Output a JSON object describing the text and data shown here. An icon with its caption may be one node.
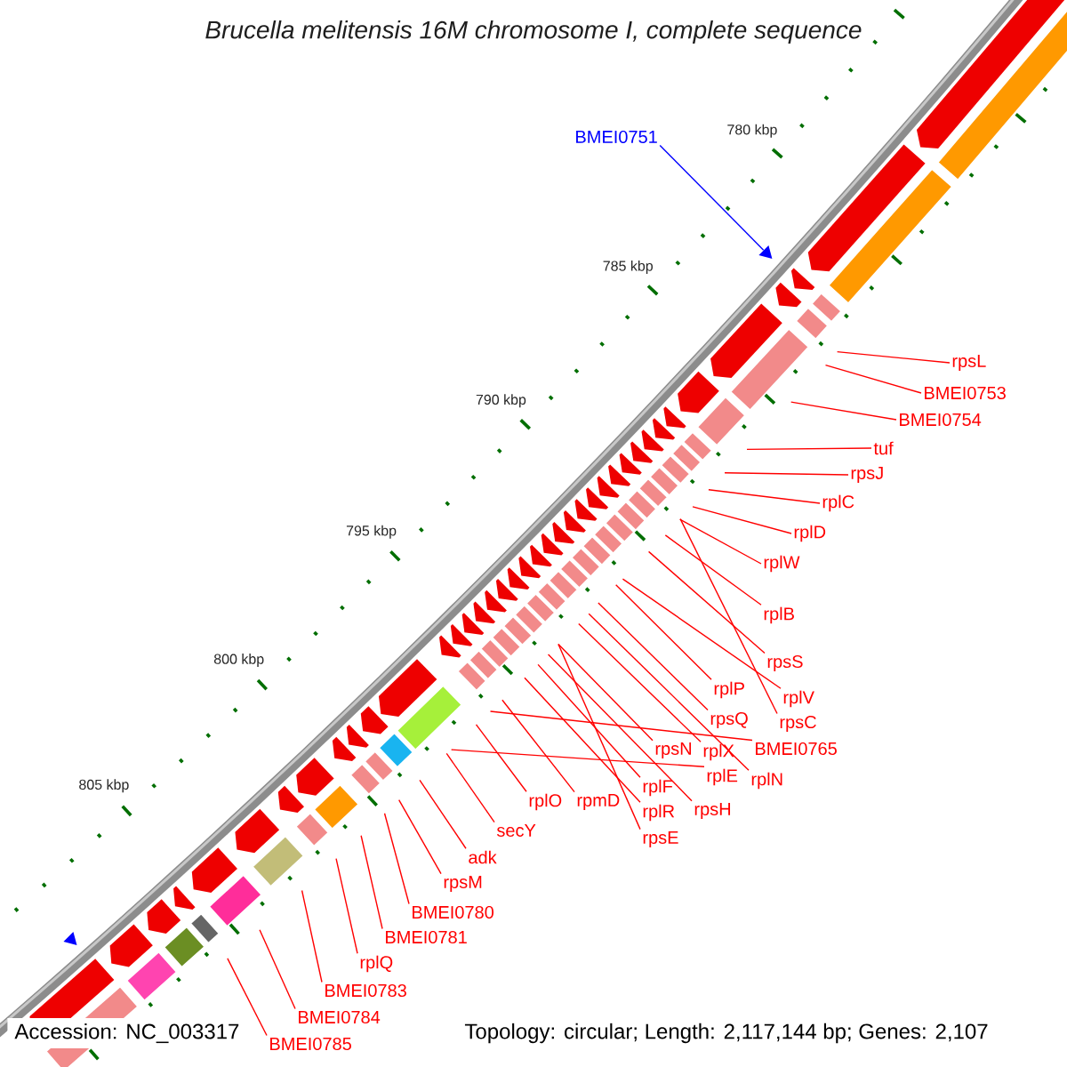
{
  "diagram": {
    "title": "Brucella melitensis 16M chromosome I, complete sequence",
    "nodes": [
      {
        "text": [
          "BMEI0751"
        ]
      },
      {
        "text": [],
        "shape": "triangle"
      },
      {
        "text": [
          "rpsL"
        ]
      },
      {
        "text": [
          "BMEI0753"
        ]
      },
      {
        "text": [
          "BMEI0754"
        ]
      },
      {
        "text": [
          "tuf"
        ]
      },
      {
        "text": [
          "rpsJ"
        ]
      },
      {
        "text": [
          "rplC"
        ]
      },
      {
        "text": [
          "rplD"
        ]
      },
      {
        "text": [
          "rplW"
        ]
      },
      {
        "text": [
          "rplB"
        ]
      },
      {
        "text": [
          "rpsS"
        ]
      },
      {
        "text": [
          "rplV"
        ]
      },
      {
        "text": [
          "rpsC"
        ]
      },
      {
        "text": [
          "rplP"
        ]
      },
      {
        "text": [
          "BMEI0765"
        ]
      },
      {
        "text": [
          "rpsQ"
        ]
      },
      {
        "text": [
          "rplN"
        ]
      },
      {
        "text": [
          "rplX"
        ]
      },
      {
        "text": [
          "rplE"
        ]
      },
      {
        "text": [
          "rpsN"
        ]
      },
      {
        "text": [
          "rpsH"
        ]
      },
      {
        "text": [
          "rplF"
        ]
      },
      {
        "text": [
          "rplR"
        ]
      },
      {
        "text": [
          "rpsE"
        ]
      },
      {
        "text": [
          "rpmD"
        ]
      },
      {
        "text": [
          "rplO"
        ]
      },
      {
        "text": [
          "secY"
        ]
      },
      {
        "text": [
          "adk"
        ]
      },
      {
        "text": [
          "rpsM"
        ]
      },
      {
        "text": [
          "BMEI0780"
        ]
      },
      {
        "text": [
          "BMEI0781"
        ]
      },
      {
        "text": [
          "rplQ"
        ]
      },
      {
        "text": [
          "BMEI0783"
        ]
      },
      {
        "text": [
          "BMEI0784"
        ]
      },
      {
        "text": [
          "BMEI0785"
        ]
      }
    ],
    "edges": [
      {
        "from": 0,
        "to": 1,
        "arrow": "none",
        "color": "#0000ff"
      },
      {
        "from": 2,
        "to": null,
        "arrow": "none"
      },
      {
        "from": 3,
        "to": null,
        "arrow": "none"
      },
      {
        "from": 4,
        "to": null,
        "arrow": "none"
      },
      {
        "from": 5,
        "to": null,
        "arrow": "none"
      },
      {
        "from": 6,
        "to": null,
        "arrow": "none"
      },
      {
        "from": 7,
        "to": null,
        "arrow": "none"
      },
      {
        "from": 8,
        "to": null,
        "arrow": "none"
      },
      {
        "from": 9,
        "to": null,
        "arrow": "none"
      },
      {
        "from": 10,
        "to": null,
        "arrow": "none"
      },
      {
        "from": 11,
        "to": null,
        "arrow": "none"
      },
      {
        "from": 12,
        "to": null,
        "arrow": "none"
      },
      {
        "from": 13,
        "to": null,
        "arrow": "none"
      },
      {
        "from": 14,
        "to": null,
        "arrow": "none"
      },
      {
        "from": 15,
        "to": null,
        "arrow": "none"
      },
      {
        "from": 16,
        "to": null,
        "arrow": "none"
      },
      {
        "from": 17,
        "to": null,
        "arrow": "none"
      },
      {
        "from": 18,
        "to": null,
        "arrow": "none"
      },
      {
        "from": 19,
        "to": null,
        "arrow": "none"
      },
      {
        "from": 20,
        "to": null,
        "arrow": "none"
      },
      {
        "from": 21,
        "to": null,
        "arrow": "none"
      },
      {
        "from": 22,
        "to": null,
        "arrow": "none"
      },
      {
        "from": 23,
        "to": null,
        "arrow": "none"
      },
      {
        "from": 24,
        "to": null,
        "arrow": "none"
      },
      {
        "from": 25,
        "to": null,
        "arrow": "none"
      },
      {
        "from": 26,
        "to": null,
        "arrow": "none"
      },
      {
        "from": 27,
        "to": null,
        "arrow": "none"
      },
      {
        "from": 28,
        "to": null,
        "arrow": "none"
      },
      {
        "from": 29,
        "to": null,
        "arrow": "none"
      },
      {
        "from": 30,
        "to": null,
        "arrow": "none"
      },
      {
        "from": 31,
        "to": null,
        "arrow": "none"
      },
      {
        "from": 32,
        "to": null,
        "arrow": "none"
      },
      {
        "from": 33,
        "to": null,
        "arrow": "none"
      },
      {
        "from": 34,
        "to": null,
        "arrow": "none"
      },
      {
        "from": 35,
        "to": null,
        "arrow": "none"
      }
    ],
    "labels": [
      "780 kbp",
      "785 kbp",
      "790 kbp",
      "795 kbp",
      "800 kbp",
      "805 kbp",
      "Accession: NC_003317",
      "Topology: circular; Length: 2,117,144 bp; Genes: 2,107"
    ]
  }
}
